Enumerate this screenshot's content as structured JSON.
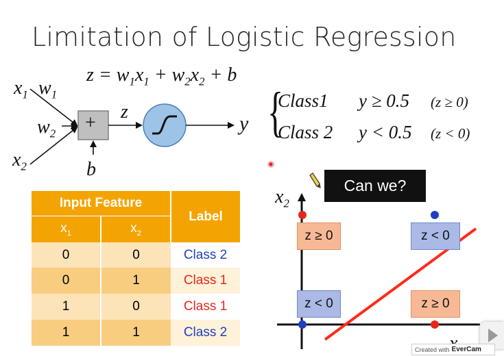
{
  "slide": {
    "title": "Limitation of Logistic Regression"
  },
  "neuron": {
    "formula_lhs": "z",
    "formula_rhs": "= w",
    "formula_parts": [
      "z = w",
      "1",
      "x",
      "1",
      " + w",
      "2",
      "x",
      "2",
      " + b"
    ],
    "x1": "x",
    "x1_sub": "1",
    "w1": "w",
    "w1_sub": "1",
    "w2": "w",
    "w2_sub": "2",
    "x2": "x",
    "x2_sub": "2",
    "sum_symbol": "+",
    "z_label": "z",
    "y_label": "y",
    "b_label": "b"
  },
  "classes": [
    {
      "name": "Class1",
      "condition": "y ≥ 0.5",
      "z_condition": "(z ≥ 0)"
    },
    {
      "name": "Class 2",
      "condition": "y < 0.5",
      "z_condition": "(z < 0)"
    }
  ],
  "table": {
    "group_header": "Input Feature",
    "label_header": "Label",
    "col_x1": "x",
    "col_x1_sub": "1",
    "col_x2": "x",
    "col_x2_sub": "2",
    "rows": [
      {
        "x1": "0",
        "x2": "0",
        "label": "Class 2",
        "color": "#1f3fbf"
      },
      {
        "x1": "0",
        "x2": "1",
        "label": "Class 1",
        "color": "#e8261b"
      },
      {
        "x1": "1",
        "x2": "0",
        "label": "Class 1",
        "color": "#e8261b"
      },
      {
        "x1": "1",
        "x2": "1",
        "label": "Class 2",
        "color": "#1f3fbf"
      }
    ]
  },
  "plot": {
    "callout": "Can we?",
    "x2_axis": "x",
    "x2_axis_sub": "2",
    "x1_axis": "x",
    "boxes": {
      "top_left": "z ≥ 0",
      "top_right": "z < 0",
      "bottom_left": "z < 0",
      "bottom_right": "z ≥ 0"
    },
    "point_colors": {
      "class1": "#e8261b",
      "class2": "#1f3fbf"
    },
    "line_color": "#ff2a1a"
  },
  "watermark": {
    "prefix": "Created with",
    "brand": "EverCam"
  }
}
